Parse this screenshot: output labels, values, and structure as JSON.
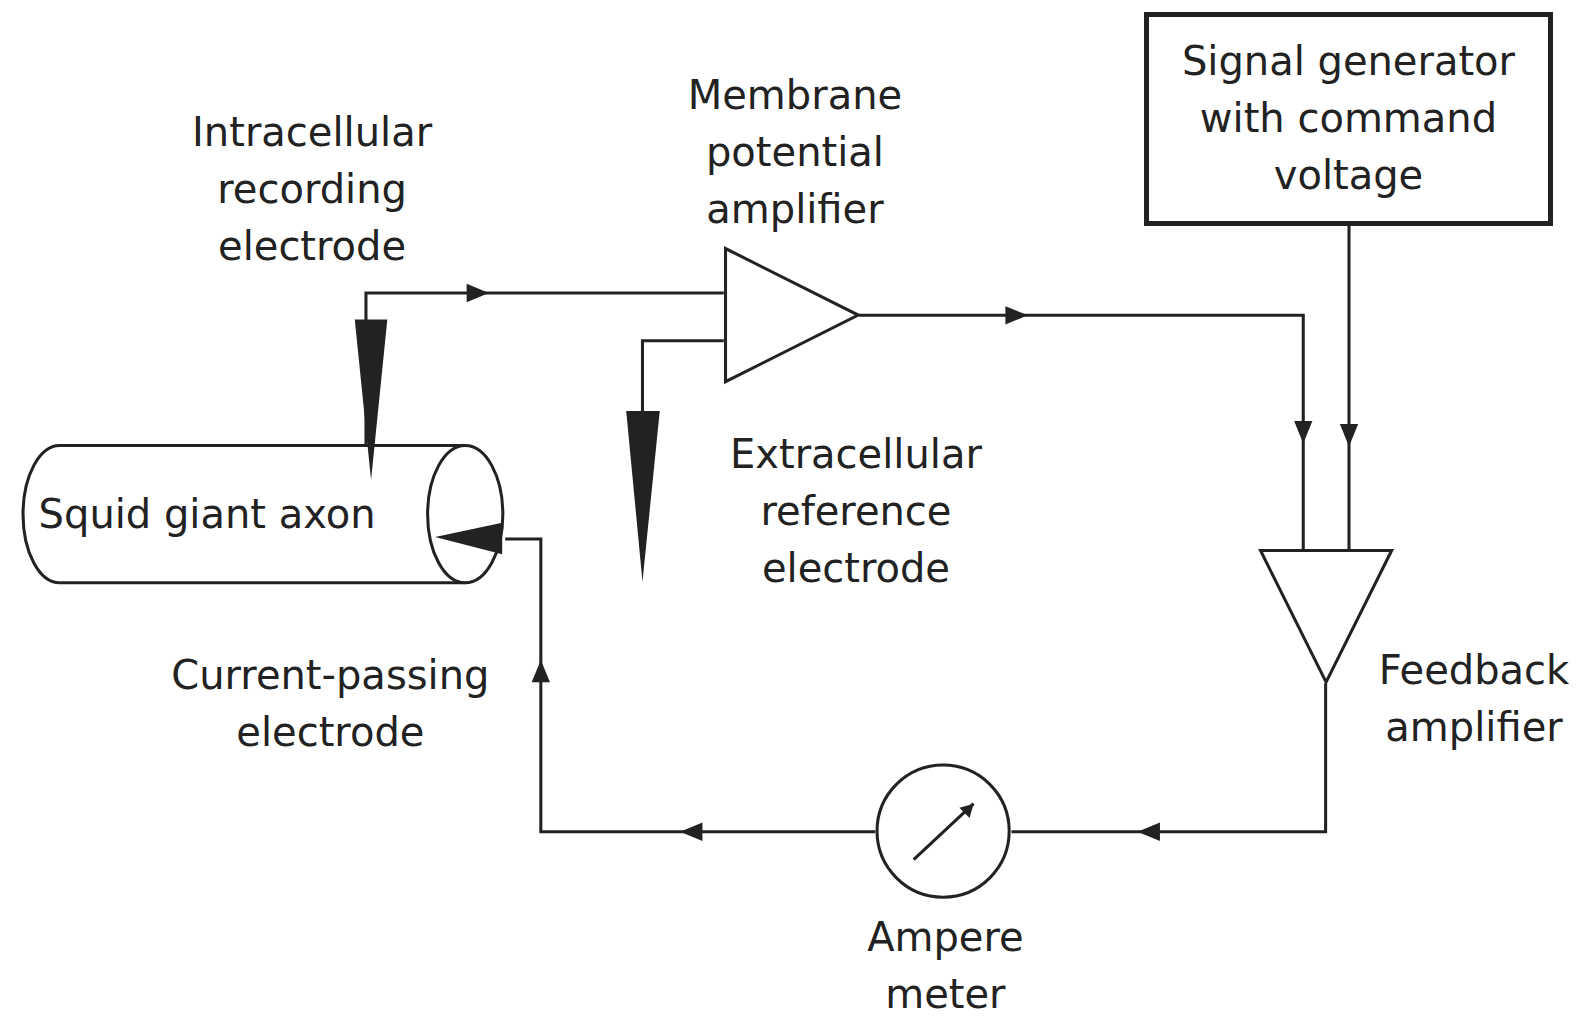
{
  "diagram": {
    "nodes": [
      {
        "text": [
          "Squid giant axon"
        ]
      },
      {
        "text": [
          "Membrane potential amplifier"
        ]
      },
      {
        "text": [
          "Signal generator with command voltage"
        ]
      },
      {
        "text": [
          "Feedback amplifier"
        ]
      },
      {
        "text": [
          "Ampere meter"
        ]
      }
    ],
    "edges": [
      {
        "from": 0,
        "to": 1,
        "arrow": "to"
      },
      {
        "from": 1,
        "to": 3,
        "arrow": "to"
      },
      {
        "from": 2,
        "to": 3,
        "arrow": "to"
      },
      {
        "from": 3,
        "to": 4,
        "arrow": "to"
      },
      {
        "from": 4,
        "to": 0,
        "arrow": "to"
      }
    ],
    "labels": [
      "Intracellular recording electrode",
      "Extracellular reference electrode",
      "Current-passing electrode"
    ]
  }
}
